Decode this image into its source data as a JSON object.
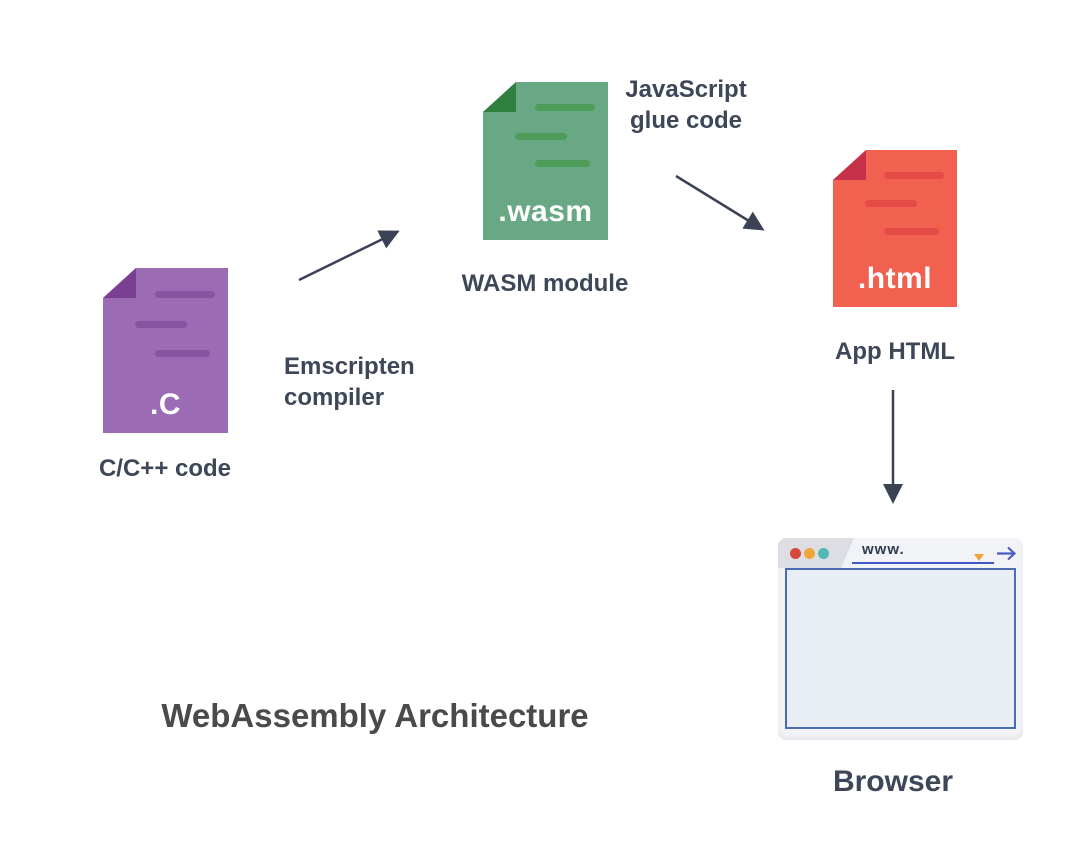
{
  "title": "WebAssembly Architecture",
  "nodes": {
    "c_file": {
      "extension": ".C",
      "label": "C/C++ code"
    },
    "wasm_file": {
      "extension": ".wasm",
      "label": "WASM module"
    },
    "html_file": {
      "extension": ".html",
      "label": "App HTML"
    },
    "browser": {
      "label": "Browser",
      "url_text": "www."
    }
  },
  "annotations": {
    "compiler_line1": "Emscripten",
    "compiler_line2": "compiler",
    "glue_line1": "JavaScript",
    "glue_line2": "glue code"
  },
  "colors": {
    "c_file_body": "#9B6CB4",
    "c_file_fold": "#7A3E92",
    "c_file_lines": "#8655A1",
    "wasm_file_body": "#68A884",
    "wasm_file_fold": "#2F8040",
    "wasm_file_lines": "#4E9C59",
    "html_file_body": "#F2604F",
    "html_file_fold": "#C73049",
    "html_file_lines": "#E44B46",
    "arrow": "#3A4254",
    "label_text": "#3D4757",
    "title_text": "#4A4A4A",
    "url_underline": "#4058C4",
    "viewport_border": "#4A6CB5",
    "viewport_fill": "#E9EDF4",
    "browser_frame": "#F2F3F7",
    "browser_tab": "#DCDEE3",
    "dot_red": "#D6483C",
    "dot_orange": "#EFA63B",
    "dot_teal": "#52B8B4"
  }
}
